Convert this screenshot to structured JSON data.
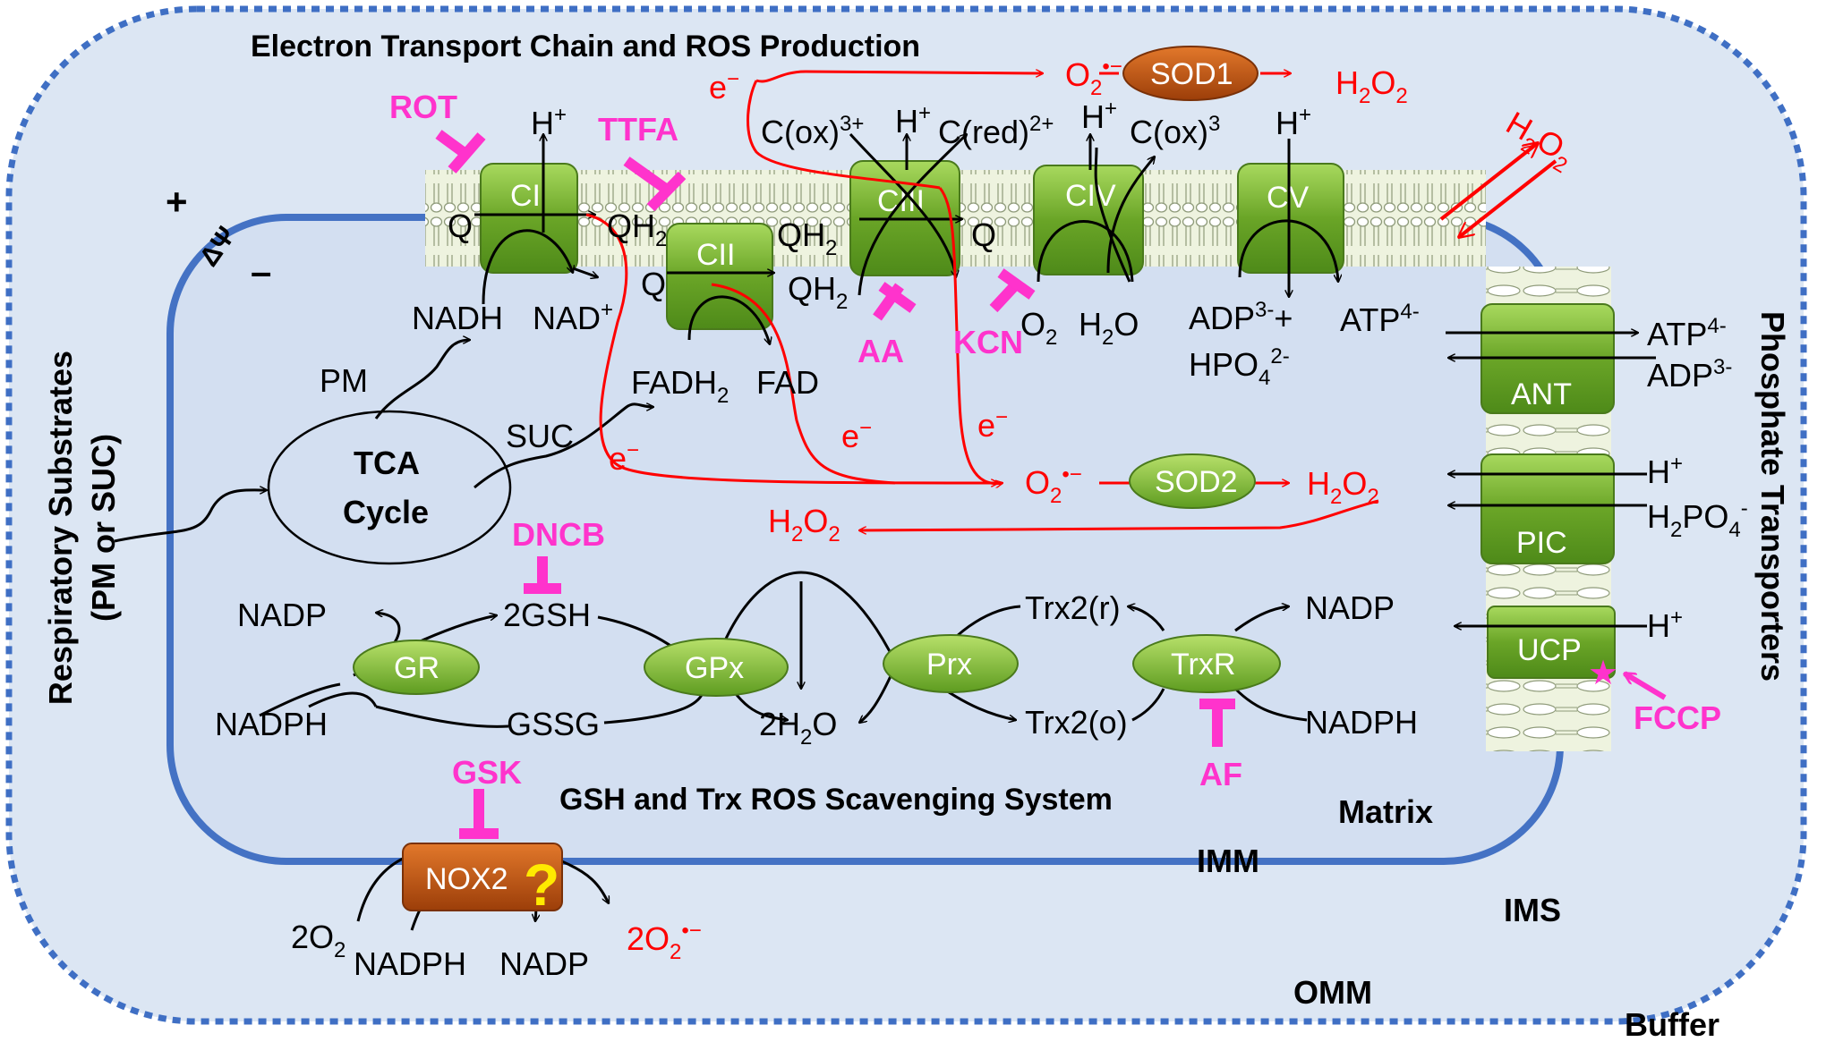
{
  "title": "Electron Transport Chain and ROS Production",
  "scavenging_title": "GSH and Trx ROS Scavenging System",
  "compartments": {
    "matrix": "Matrix",
    "imm": "IMM",
    "ims": "IMS",
    "omm": "OMM",
    "buffer": "Buffer"
  },
  "side_labels": {
    "left_line1": "Respiratory Substrates",
    "left_line2": "(PM or SUC)",
    "right": "Phosphate Transporters"
  },
  "membrane_potential": {
    "plus": "+",
    "minus": "–",
    "delta_psi": "ΔΨ"
  },
  "complexes": {
    "ci": "CI",
    "cii": "CII",
    "ciii": "CIII",
    "civ": "CIV",
    "cv": "CV"
  },
  "transporters": {
    "ant": "ANT",
    "pic": "PIC",
    "ucp": "UCP"
  },
  "enzymes": {
    "sod1": "SOD1",
    "sod2": "SOD2",
    "gr": "GR",
    "gpx": "GPx",
    "prx": "Prx",
    "trxr": "TrxR",
    "nox2": "NOX2"
  },
  "inhibitors": {
    "rot": "ROT",
    "ttfa": "TTFA",
    "aa": "AA",
    "kcn": "KCN",
    "dncb": "DNCB",
    "af": "AF",
    "gsk": "GSK",
    "fccp": "FCCP"
  },
  "question_mark": "?",
  "tca": {
    "line1": "TCA",
    "line2": "Cycle",
    "pm": "PM",
    "suc": "SUC"
  },
  "species": {
    "nadh": "NADH",
    "nad": "NAD",
    "nad_sup": "+",
    "q": "Q",
    "qh": "QH",
    "sub2": "2",
    "fadh": "FADH",
    "fad": "FAD",
    "h": "H",
    "h_sup": "+",
    "c_ox_3": "C(ox)",
    "sup_3plus": "3+",
    "c_red": "C(red)",
    "sup_2plus": "2+",
    "c_ox_3b": "C(ox)",
    "sup_3": "3",
    "o2": "O",
    "h2o": "H",
    "h2o_o": "O",
    "adp": "ADP",
    "adp_sup": "3-",
    "plus": "+",
    "hpo": "HPO",
    "hpo_sub": "4",
    "hpo_sup": "2-",
    "atp": "ATP",
    "atp_sup": "4-",
    "atp_out": "ATP",
    "atp_out_sup": "4-",
    "adp_out": "ADP",
    "adp_out_sup": "3-",
    "h_pic": "H",
    "h_pic_sup": "+",
    "h2po": "H",
    "h2po_mid": "PO",
    "h2po_sub4": "4",
    "h2po_sup": "-",
    "h_ucp": "H",
    "h_ucp_sup": "+",
    "e_minus": "e",
    "e_sup": "−",
    "superoxide": "O",
    "superoxide_sup": "•−",
    "h2o2": "H",
    "h2o2_o": "O",
    "nadp": "NADP",
    "nadph": "NADPH",
    "gsh": "2GSH",
    "gssg": "GSSG",
    "h2o_2": "2H",
    "h2o_2_o": "O",
    "trx_r": "Trx2(r)",
    "trx_o": "Trx2(o)",
    "two_o2": "2O",
    "two_superoxide": "2O"
  }
}
